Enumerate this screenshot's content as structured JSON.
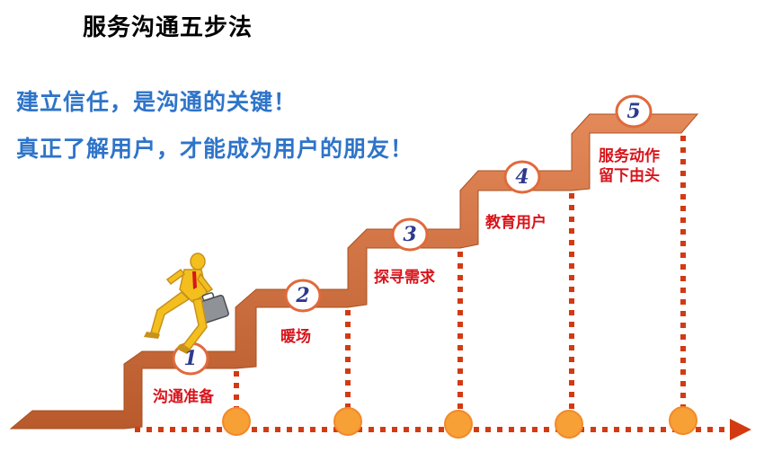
{
  "title": "服务沟通五步法",
  "slogans": [
    "建立信任，是沟通的关键！",
    "真正了解用户，才能成为用户的朋友！"
  ],
  "steps": [
    {
      "number": "1",
      "label": "沟通准备"
    },
    {
      "number": "2",
      "label": "暖场"
    },
    {
      "number": "3",
      "label": "探寻需求"
    },
    {
      "number": "4",
      "label": "教育用户"
    },
    {
      "number": "5",
      "label": "服务动作\n留下由头"
    }
  ],
  "colors": {
    "stair": "#c8693a",
    "dots": "#d33a12",
    "milestone": "#f7a035",
    "label": "#d8141b",
    "slogan": "#2e74c9",
    "badge_text": "#2d3a8c"
  },
  "figure_icon": "businessman-climbing-icon"
}
